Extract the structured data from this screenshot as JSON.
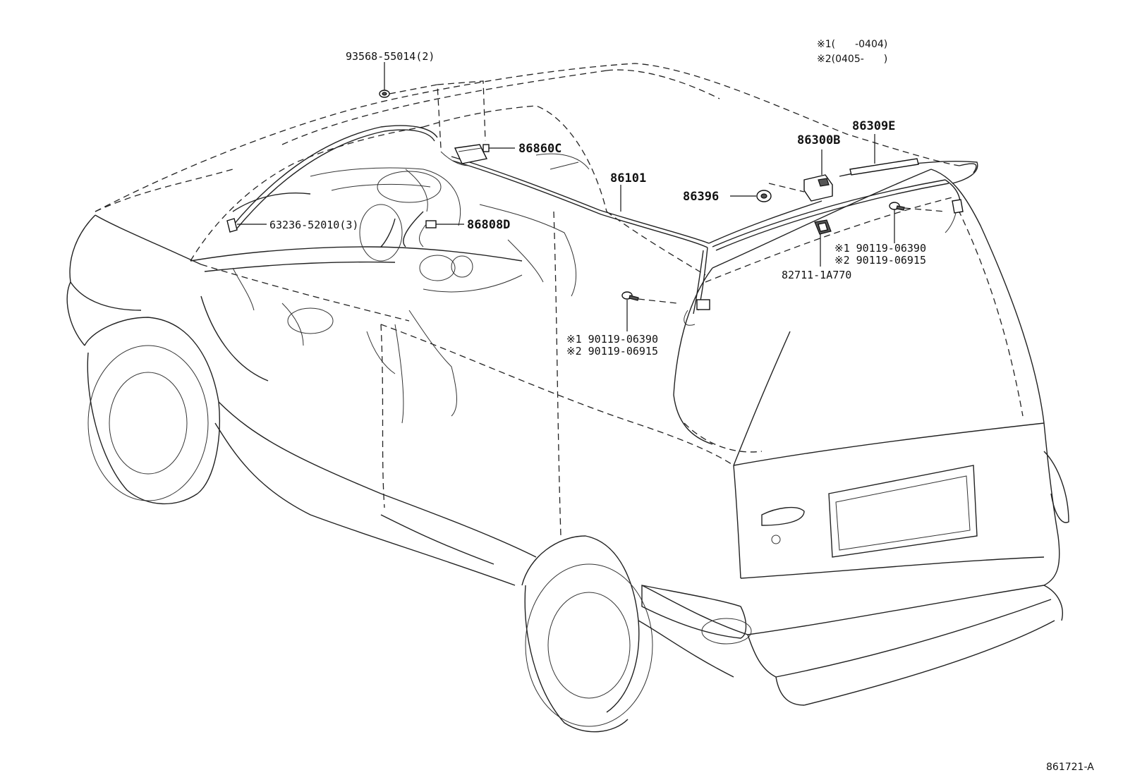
{
  "notes": {
    "note1": "※1(　　-0404)",
    "note2": "※2(0405-　　)"
  },
  "parts": {
    "screw_roof": "93568-55014(2)",
    "antenna_amp": "86860C",
    "pillar_clip": "63236-52010(3)",
    "cord_front": "86808D",
    "antenna_cord": "86101",
    "antenna_pole": "86300B",
    "antenna_element": "86309E",
    "clamp": "86396",
    "rear_screw_1": "※1 90119-06390",
    "rear_screw_2": "※2 90119-06915",
    "connector": "82711-1A770",
    "side_screw_1": "※1 90119-06390",
    "side_screw_2": "※2 90119-06915"
  },
  "figure_id": "861721-A"
}
